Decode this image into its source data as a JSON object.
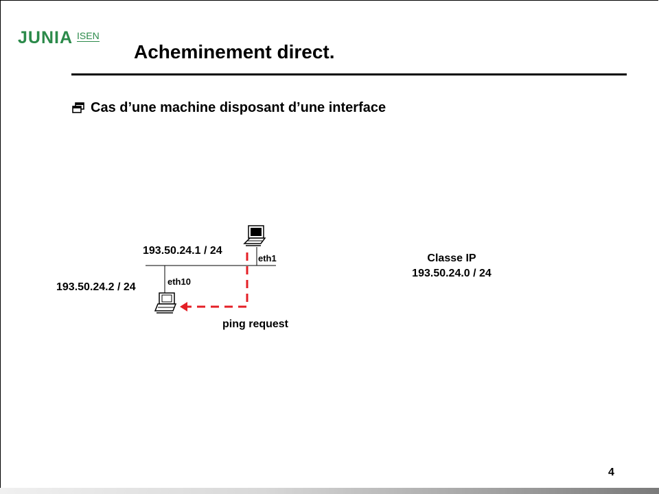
{
  "logo": {
    "main": "JUNIA",
    "sub": "ISEN"
  },
  "slide": {
    "title": "Acheminement direct.",
    "bullet": "Cas d’une machine disposant d’une interface",
    "page_number": "4"
  },
  "diagram": {
    "host1_ip": "193.50.24.1 / 24",
    "host1_iface": "eth1",
    "host2_ip": "193.50.24.2 / 24",
    "host2_iface": "eth10",
    "arrow_label": "ping request",
    "network_label": "Classe IP",
    "network_ip": "193.50.24.0 / 24",
    "arrow_color": "#e41f26",
    "icons": [
      "computer-icon",
      "computer-icon"
    ]
  },
  "colors": {
    "brand": "#2b8a4a",
    "arrow": "#e41f26"
  }
}
